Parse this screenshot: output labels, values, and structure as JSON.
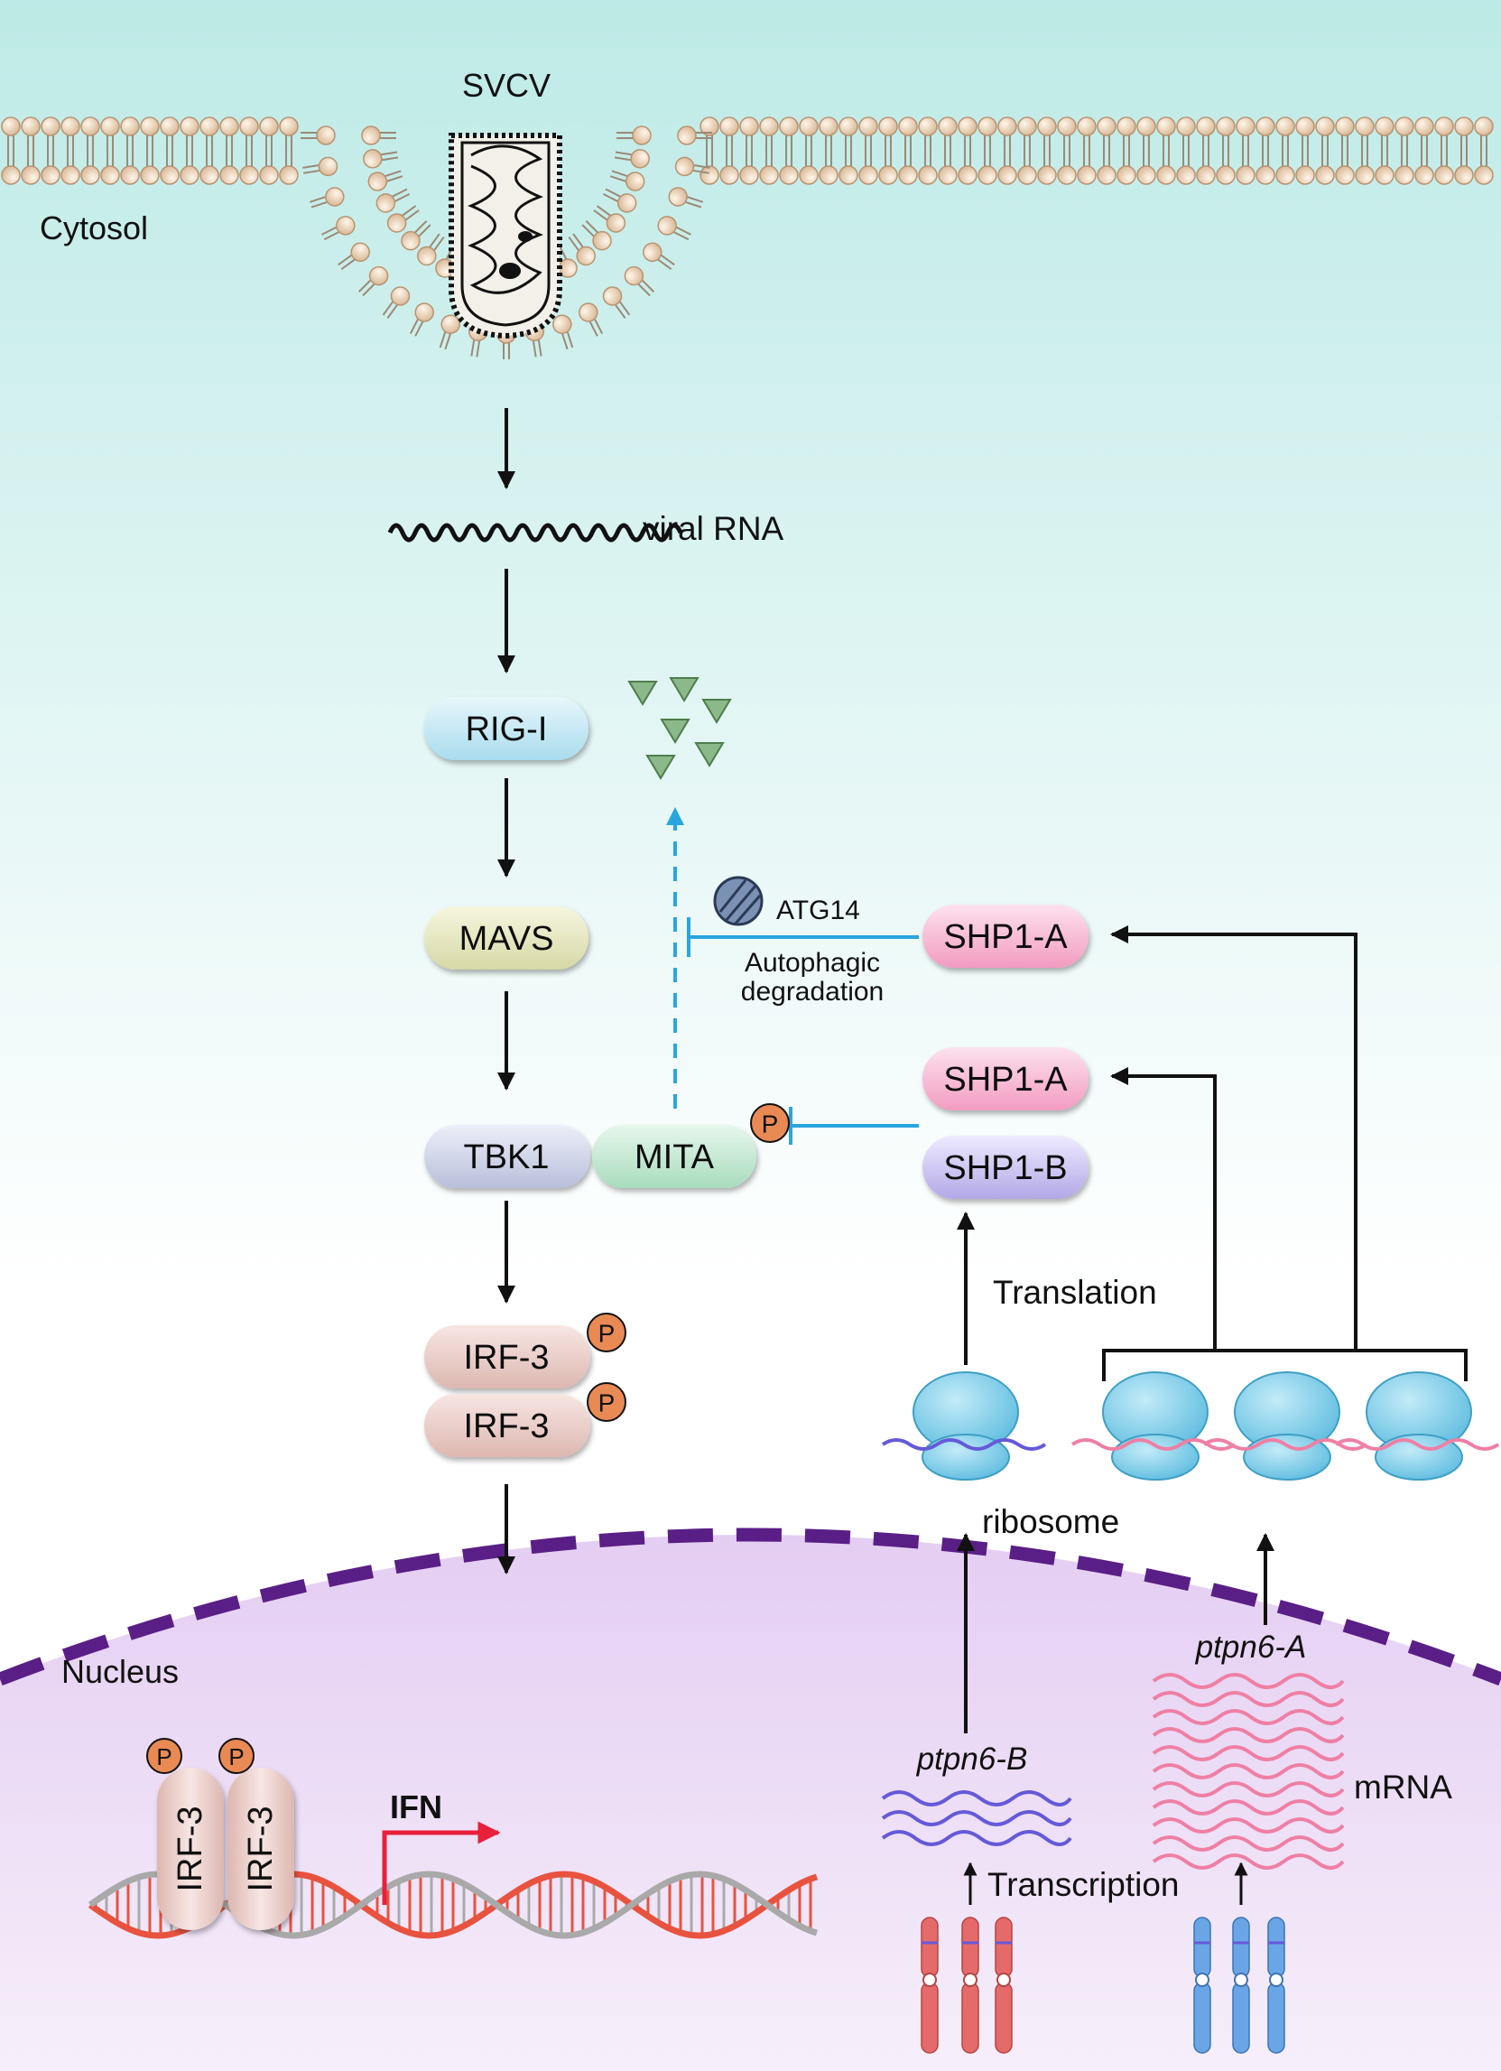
{
  "labels": {
    "svcv": "SVCV",
    "cytosol": "Cytosol",
    "viral_rna": "viral RNA",
    "nucleus": "Nucleus",
    "atg14": "ATG14",
    "autophagic_1": "Autophagic",
    "autophagic_2": "degradation",
    "translation": "Translation",
    "ribosome": "ribosome",
    "ptpn6_a": "ptpn6-A",
    "ptpn6_b": "ptpn6-B",
    "mrna": "mRNA",
    "transcription": "Transcription",
    "ifn": "IFN",
    "p": "P"
  },
  "proteins": {
    "rig_i": "RIG-I",
    "mavs": "MAVS",
    "tbk1": "TBK1",
    "mita": "MITA",
    "irf3": "IRF-3",
    "shp1_a": "SHP1-A",
    "shp1_b": "SHP1-B"
  },
  "colors": {
    "cytosol_top": "#bdeae6",
    "cytosol_bottom": "#ffffff",
    "nucleus": "#e6d2f1",
    "nuclear_envelope": "#5a1f86",
    "activation_arrow": "#111111",
    "inhibition_line": "#29a6df",
    "phospho": "#e98a55",
    "ptpn6_a": "#ef7fa4",
    "ptpn6_b": "#6559d9",
    "ribosome": "#8dd4ec",
    "degradation_product": "#8cb98a"
  }
}
